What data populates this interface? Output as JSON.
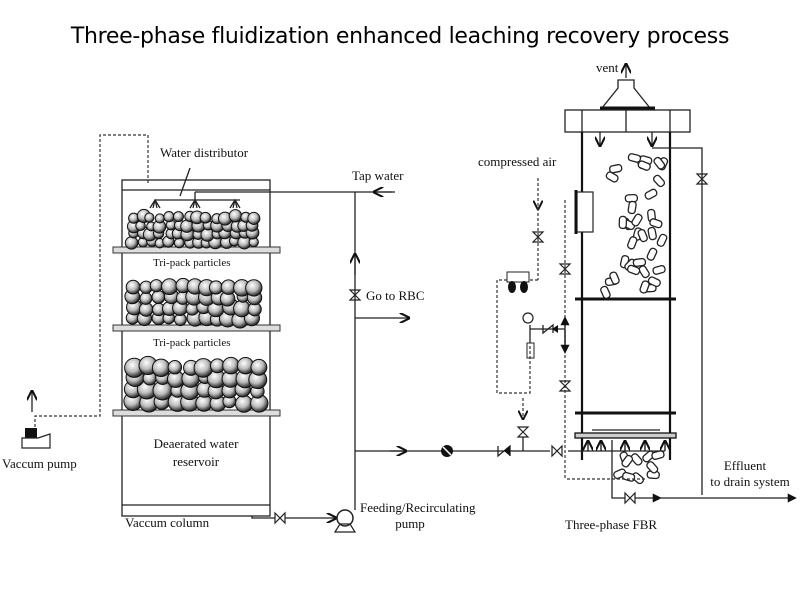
{
  "title": "Three-phase fluidization enhanced leaching recovery process",
  "labels": {
    "water_distributor": "Water distributor",
    "tri_pack_1": "Tri-pack particles",
    "tri_pack_2": "Tri-pack particles",
    "reservoir_line1": "Deaerated water",
    "reservoir_line2": "reservoir",
    "vacuum_column": "Vaccum column",
    "vacuum_pump": "Vaccum pump",
    "tap_water": "Tap water",
    "go_to_rbc": "Go to RBC",
    "pump_line1": "Feeding/Recirculating",
    "pump_line2": "pump",
    "compressed_air": "compressed air",
    "vent": "vent",
    "effluent_line1": "Effluent",
    "effluent_line2": "to drain system",
    "fbr": "Three-phase FBR"
  }
}
